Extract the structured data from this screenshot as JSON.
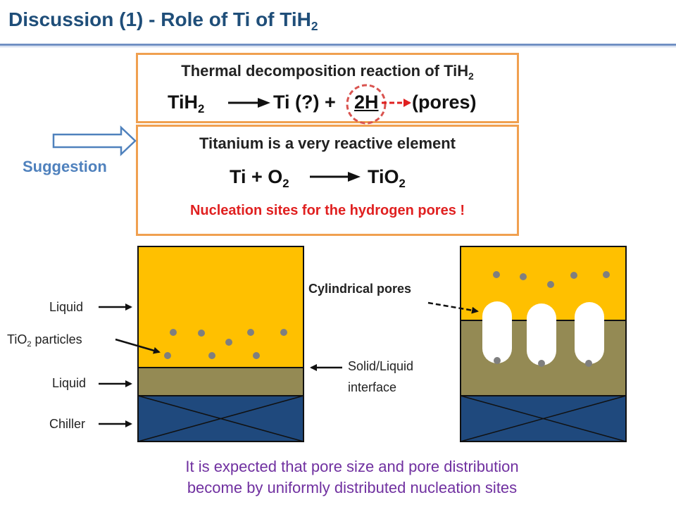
{
  "title": {
    "main": "Discussion (1) - Role of Ti of TiH",
    "sub": "2"
  },
  "box1": {
    "heading_main": "Thermal decomposition reaction of TiH",
    "heading_sub": "2",
    "eq_reactant_main": "TiH",
    "eq_reactant_sub": "2",
    "eq_product_ti": "Ti (?) +",
    "eq_product_h": "2H",
    "eq_pores": "(pores)"
  },
  "suggestion": "Suggestion",
  "box2": {
    "heading": "Titanium is a very reactive element",
    "eq_left_main": "Ti + O",
    "eq_left_sub": "2",
    "eq_right_main": "TiO",
    "eq_right_sub": "2",
    "note": "Nucleation sites for the hydrogen pores !"
  },
  "left_diagram": {
    "label_liquid_top": "Liquid",
    "label_particles_prefix": "TiO",
    "label_particles_sub": "2",
    "label_particles_suffix": " particles",
    "label_liquid_bottom": "Liquid",
    "label_chiller": "Chiller"
  },
  "middle": {
    "cylindrical_pores": "Cylindrical pores",
    "interface_line1": "Solid/Liquid",
    "interface_line2": "interface"
  },
  "bottom": {
    "line1": "It is expected that pore size and pore distribution",
    "line2": "become by uniformly distributed nucleation sites"
  },
  "colors": {
    "title": "#1f4e79",
    "box_border": "#f0a050",
    "liquid": "#ffc000",
    "solid": "#948a54",
    "chiller": "#1f497d",
    "particle": "#7f7f7f",
    "accent_red": "#e02020",
    "suggestion": "#4f81bd",
    "bottom_text": "#7030a0"
  }
}
